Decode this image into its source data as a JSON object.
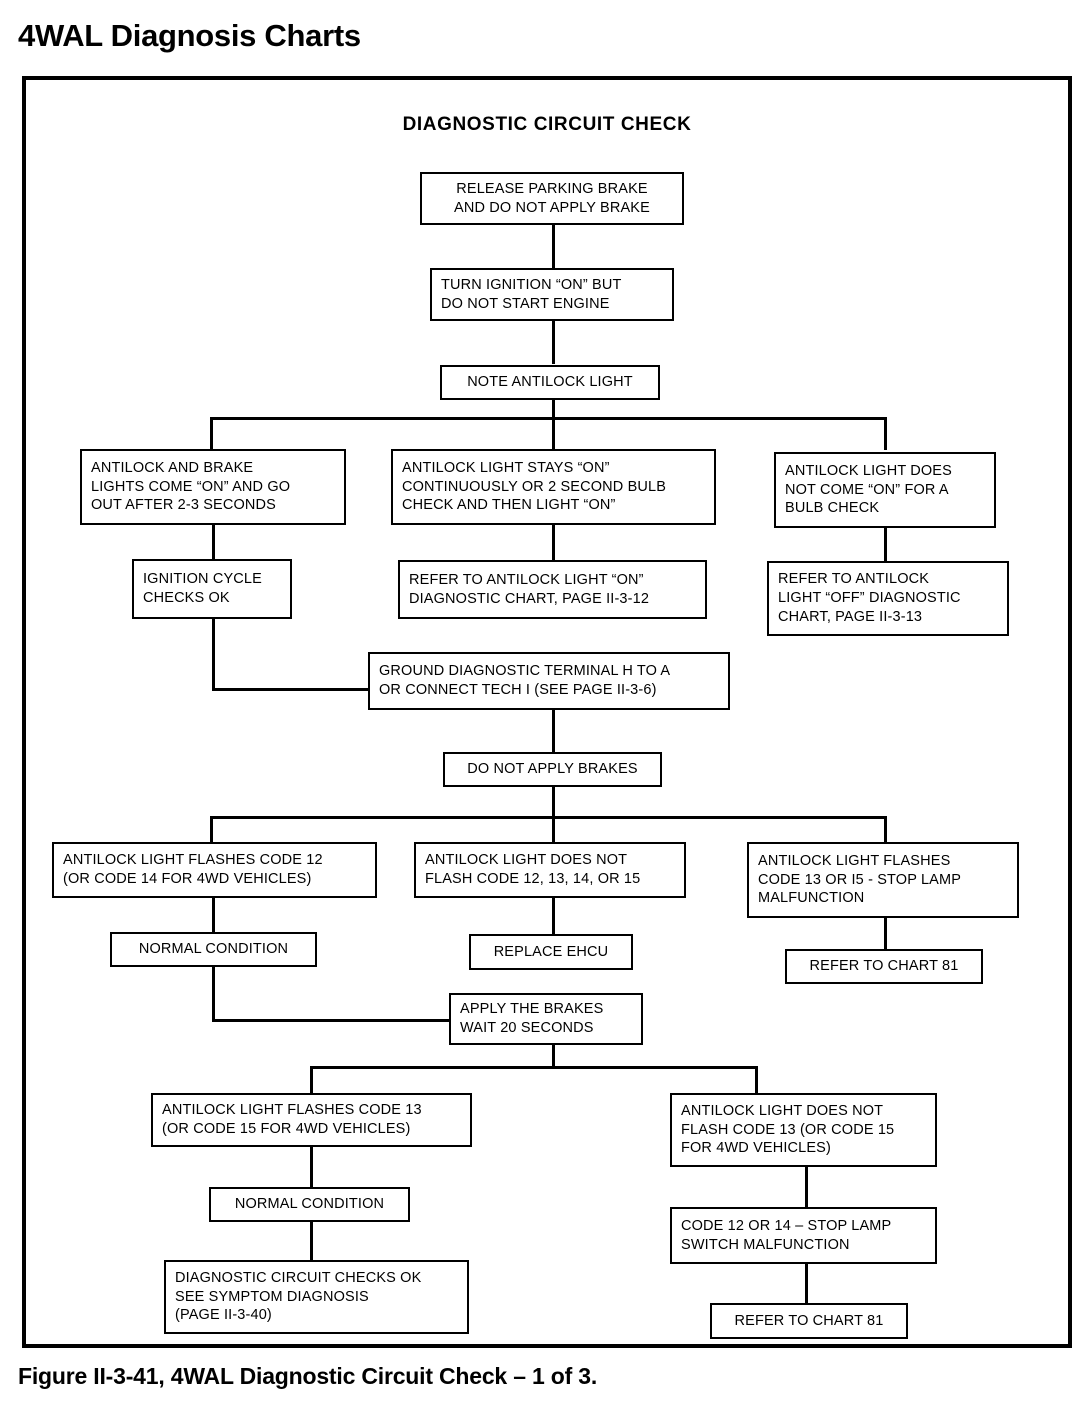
{
  "page": {
    "title": "4WAL Diagnosis Charts",
    "figure_caption": "Figure II-3-41, 4WAL Diagnostic Circuit Check – 1 of 3."
  },
  "chart": {
    "heading": "DIAGNOSTIC CIRCUIT CHECK"
  },
  "chart_data": {
    "type": "flowchart",
    "title": "DIAGNOSTIC CIRCUIT CHECK",
    "nodes": [
      {
        "id": "release-parking-brake",
        "lines": [
          "RELEASE PARKING BRAKE",
          "AND DO NOT APPLY BRAKE"
        ]
      },
      {
        "id": "turn-ignition-on",
        "lines": [
          "TURN IGNITION “ON” BUT",
          "DO NOT START ENGINE"
        ]
      },
      {
        "id": "note-antilock-light",
        "lines": [
          "NOTE ANTILOCK LIGHT"
        ]
      },
      {
        "id": "lights-come-on-go-out",
        "lines": [
          "ANTILOCK AND BRAKE",
          "LIGHTS COME “ON” AND GO",
          "OUT AFTER 2-3 SECONDS"
        ]
      },
      {
        "id": "light-stays-on",
        "lines": [
          "ANTILOCK LIGHT STAYS “ON”",
          "CONTINUOUSLY OR 2 SECOND BULB",
          "CHECK AND THEN LIGHT “ON”"
        ]
      },
      {
        "id": "light-does-not-come-on",
        "lines": [
          "ANTILOCK LIGHT DOES",
          "NOT COME “ON” FOR A",
          "BULB CHECK"
        ]
      },
      {
        "id": "ignition-cycle-checks-ok",
        "lines": [
          "IGNITION CYCLE",
          "CHECKS OK"
        ]
      },
      {
        "id": "refer-light-on-chart",
        "lines": [
          "REFER TO ANTILOCK LIGHT “ON”",
          "DIAGNOSTIC CHART, PAGE II-3-12"
        ]
      },
      {
        "id": "refer-light-off-chart",
        "lines": [
          "REFER TO ANTILOCK",
          "LIGHT “OFF” DIAGNOSTIC",
          "CHART, PAGE II-3-13"
        ]
      },
      {
        "id": "ground-diagnostic-terminal",
        "lines": [
          "GROUND DIAGNOSTIC TERMINAL H TO A",
          "OR CONNECT TECH I (SEE PAGE II-3-6)"
        ]
      },
      {
        "id": "do-not-apply-brakes",
        "lines": [
          "DO NOT APPLY BRAKES"
        ]
      },
      {
        "id": "flashes-code-12",
        "lines": [
          "ANTILOCK LIGHT FLASHES CODE 12",
          "(OR CODE 14 FOR 4WD VEHICLES)"
        ]
      },
      {
        "id": "does-not-flash-12-13-14-15",
        "lines": [
          "ANTILOCK LIGHT DOES NOT",
          "FLASH CODE 12, 13, 14, OR 15"
        ]
      },
      {
        "id": "flashes-code-13-or-15",
        "lines": [
          "ANTILOCK LIGHT FLASHES",
          "CODE 13 OR I5 - STOP LAMP",
          "MALFUNCTION"
        ]
      },
      {
        "id": "normal-condition-upper",
        "lines": [
          "NORMAL CONDITION"
        ]
      },
      {
        "id": "replace-ehcu",
        "lines": [
          "REPLACE EHCU"
        ]
      },
      {
        "id": "refer-to-chart-81-upper",
        "lines": [
          "REFER TO CHART 81"
        ]
      },
      {
        "id": "apply-the-brakes",
        "lines": [
          "APPLY THE BRAKES",
          "WAIT 20 SECONDS"
        ]
      },
      {
        "id": "flashes-code-13",
        "lines": [
          "ANTILOCK LIGHT FLASHES CODE 13",
          "(OR CODE 15 FOR 4WD VEHICLES)"
        ]
      },
      {
        "id": "does-not-flash-code-13",
        "lines": [
          "ANTILOCK LIGHT DOES NOT",
          "FLASH CODE 13 (OR CODE 15",
          "FOR 4WD VEHICLES)"
        ]
      },
      {
        "id": "normal-condition-lower",
        "lines": [
          "NORMAL CONDITION"
        ]
      },
      {
        "id": "code-12-or-14",
        "lines": [
          "CODE 12 OR 14 – STOP LAMP",
          "SWITCH MALFUNCTION"
        ]
      },
      {
        "id": "diagnostic-circuit-checks-ok",
        "lines": [
          "DIAGNOSTIC CIRCUIT CHECKS OK",
          "SEE SYMPTOM DIAGNOSIS",
          "(PAGE II-3-40)"
        ]
      },
      {
        "id": "refer-to-chart-81-lower",
        "lines": [
          "REFER TO CHART 81"
        ]
      }
    ],
    "edges": [
      [
        "release-parking-brake",
        "turn-ignition-on"
      ],
      [
        "turn-ignition-on",
        "note-antilock-light"
      ],
      [
        "note-antilock-light",
        "lights-come-on-go-out"
      ],
      [
        "note-antilock-light",
        "light-stays-on"
      ],
      [
        "note-antilock-light",
        "light-does-not-come-on"
      ],
      [
        "lights-come-on-go-out",
        "ignition-cycle-checks-ok"
      ],
      [
        "light-stays-on",
        "refer-light-on-chart"
      ],
      [
        "light-does-not-come-on",
        "refer-light-off-chart"
      ],
      [
        "ignition-cycle-checks-ok",
        "ground-diagnostic-terminal"
      ],
      [
        "ground-diagnostic-terminal",
        "do-not-apply-brakes"
      ],
      [
        "do-not-apply-brakes",
        "flashes-code-12"
      ],
      [
        "do-not-apply-brakes",
        "does-not-flash-12-13-14-15"
      ],
      [
        "do-not-apply-brakes",
        "flashes-code-13-or-15"
      ],
      [
        "flashes-code-12",
        "normal-condition-upper"
      ],
      [
        "does-not-flash-12-13-14-15",
        "replace-ehcu"
      ],
      [
        "flashes-code-13-or-15",
        "refer-to-chart-81-upper"
      ],
      [
        "normal-condition-upper",
        "apply-the-brakes"
      ],
      [
        "apply-the-brakes",
        "flashes-code-13"
      ],
      [
        "apply-the-brakes",
        "does-not-flash-code-13"
      ],
      [
        "flashes-code-13",
        "normal-condition-lower"
      ],
      [
        "normal-condition-lower",
        "diagnostic-circuit-checks-ok"
      ],
      [
        "does-not-flash-code-13",
        "code-12-or-14"
      ],
      [
        "code-12-or-14",
        "refer-to-chart-81-lower"
      ]
    ]
  }
}
